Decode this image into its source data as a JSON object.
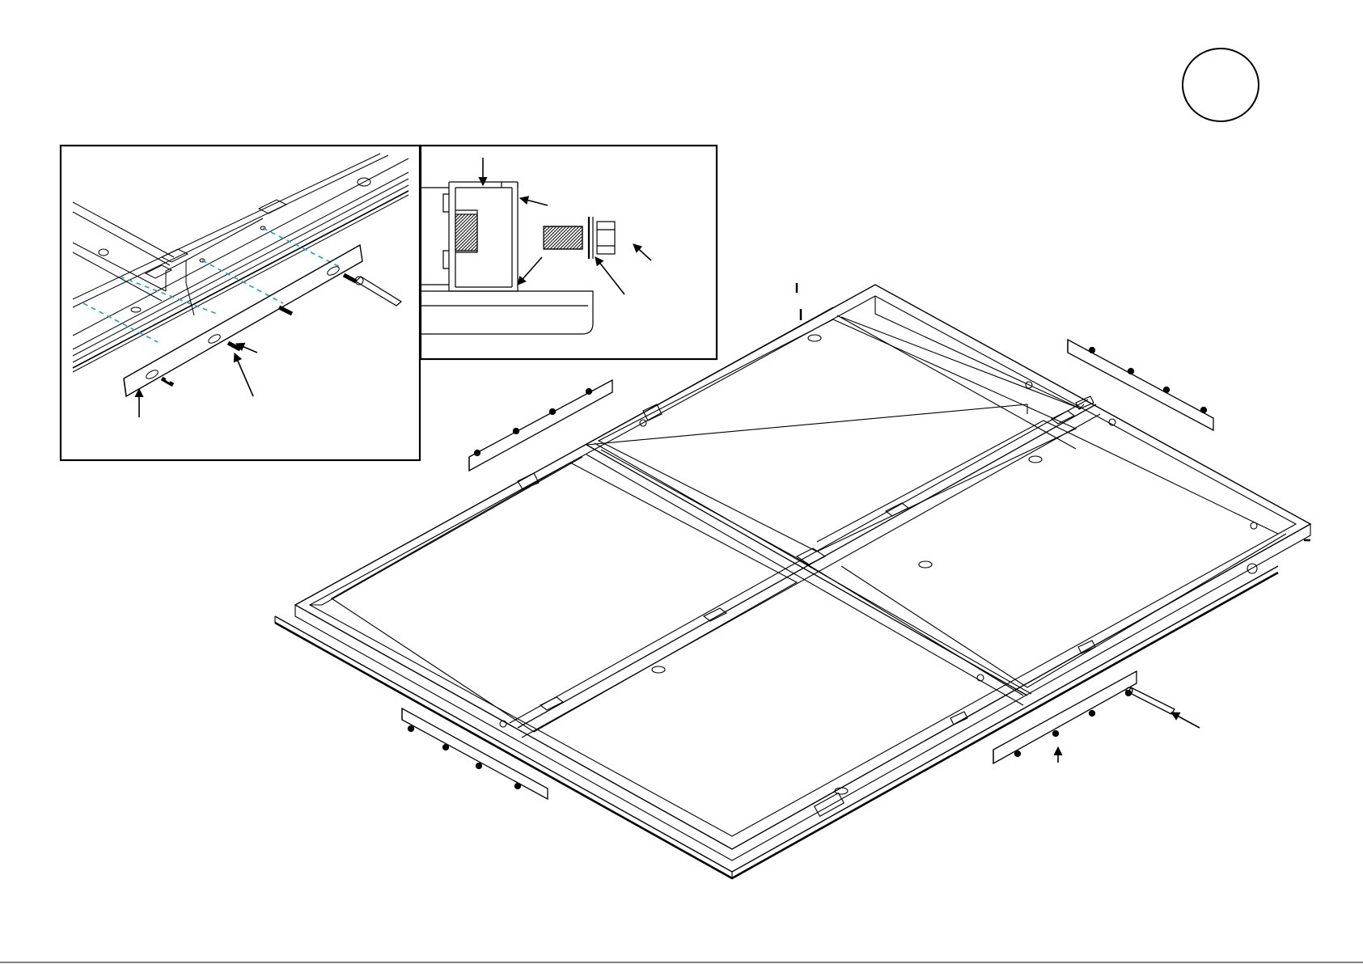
{
  "diagram": {
    "step_number": "",
    "colors": {
      "line": "#000000",
      "dashed_guide": "#1a9fd8",
      "background": "#ffffff"
    },
    "parts": [
      "step-circle",
      "detail-inset-connector",
      "detail-inset-bolt-section",
      "main-frame-assembly",
      "connector-plate-top-left",
      "connector-plate-top-right",
      "connector-plate-bottom-left",
      "connector-plate-bottom-right",
      "hex-wrench",
      "callout-arrows"
    ]
  }
}
